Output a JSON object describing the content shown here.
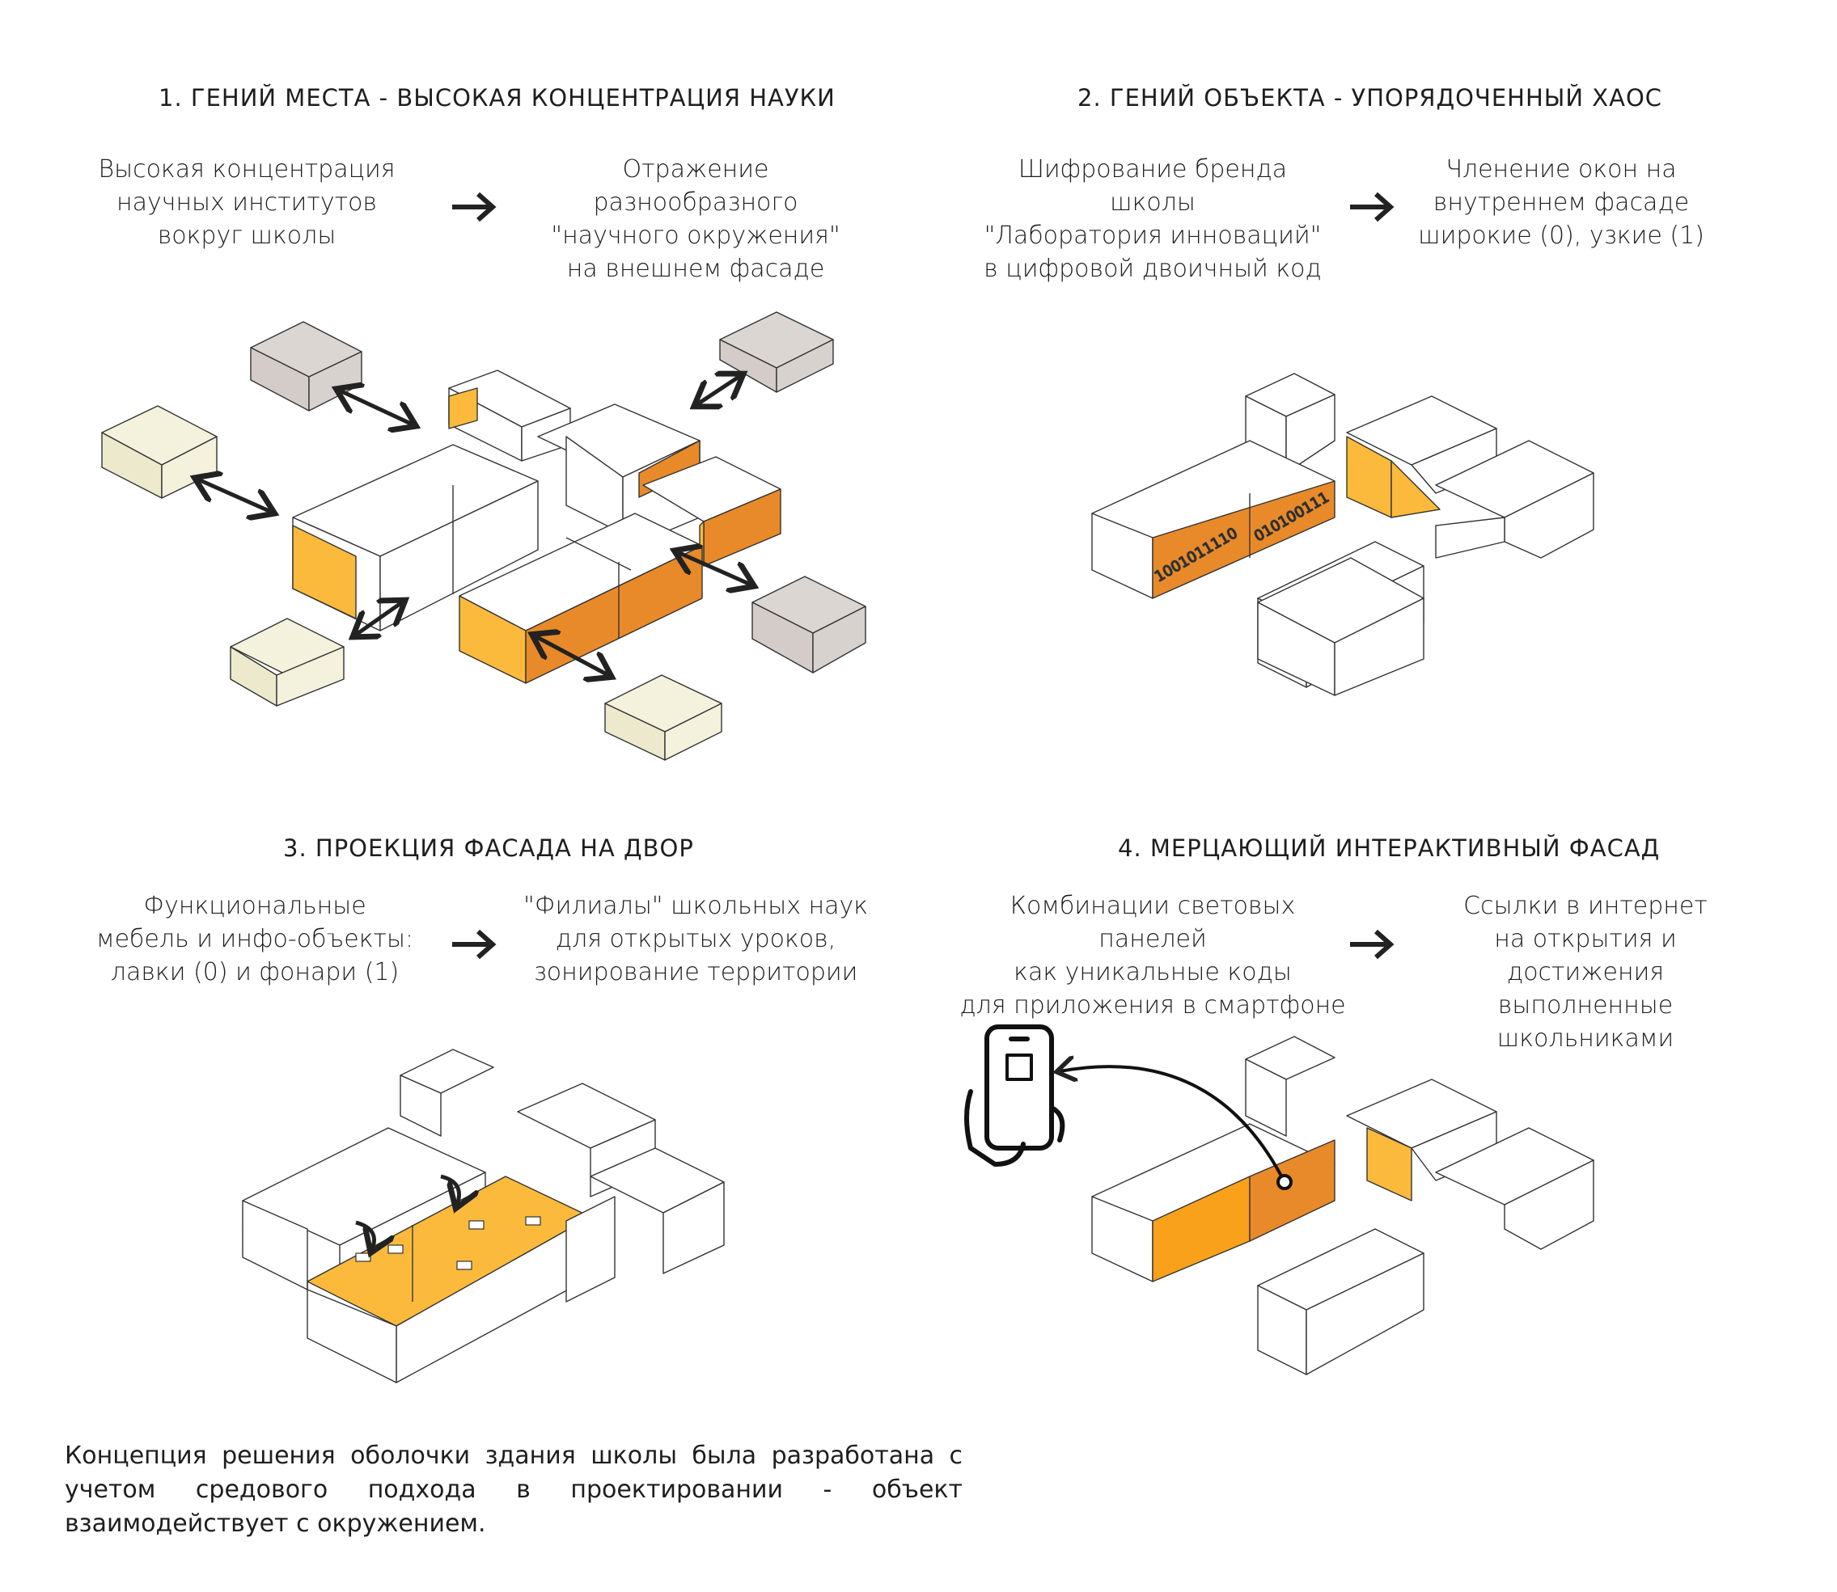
{
  "panels": [
    {
      "title": "1. ГЕНИЙ МЕСТА - ВЫСОКАЯ КОНЦЕНТРАЦИЯ НАУКИ",
      "left_text": "Высокая концентрация\nнаучных институтов\nвокруг школы",
      "right_text": "Отражение разнообразного\n\"научного окружения\"\nна внешнем фасаде"
    },
    {
      "title": "2. ГЕНИЙ ОБЪЕКТА - УПОРЯДОЧЕННЫЙ ХАОС",
      "left_text": "Шифрование бренда школы\n\"Лаборатория инноваций\"\nв цифровой двоичный код",
      "right_text": "Членение окон на\nвнутреннем фасаде\nширокие (0), узкие (1)",
      "codes": [
        "1001011110",
        "010100111"
      ]
    },
    {
      "title": "3. ПРОЕКЦИЯ ФАСАДА НА ДВОР",
      "left_text": "Функциональные\nмебель и инфо-объекты:\nлавки (0) и фонари (1)",
      "right_text": "\"Филиалы\" школьных наук\nдля открытых уроков,\nзонирование территории"
    },
    {
      "title": "4. МЕРЦАЮЩИЙ ИНТЕРАКТИВНЫЙ ФАСАД",
      "left_text": "Комбинации световых панелей\nкак уникальные коды\nдля приложения в смартфоне",
      "right_text": "Ссылки в интернет\nна открытия и достижения\nвыполненные школьниками"
    }
  ],
  "caption": "Концепция решения оболочки здания школы была разработана с учетом средового подхода в проектировании - объект взаимодействует с окружением.",
  "colors": {
    "orange_dark": "#E88A2A",
    "orange": "#F9A11B",
    "yellow": "#FBBA3C",
    "cream": "#F4F1DC",
    "grey": "#D8D2CF",
    "line": "#333333"
  }
}
